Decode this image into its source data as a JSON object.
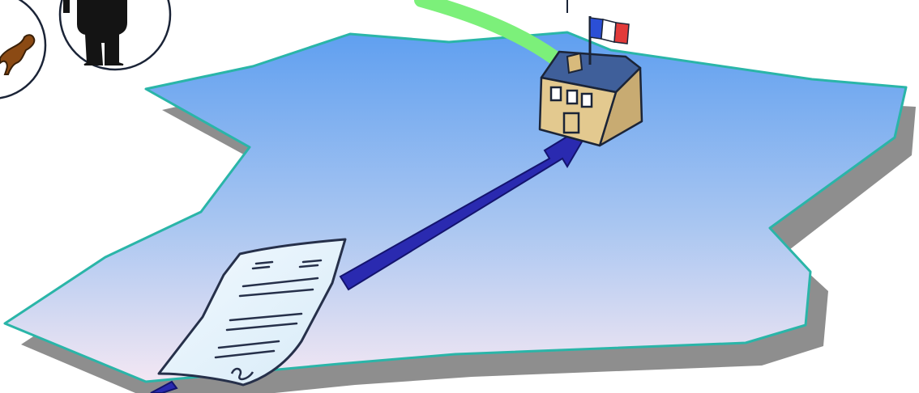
{
  "illustration": {
    "colors": {
      "map_fill_top": "#6aa8f0",
      "map_fill_bottom": "#f0e6f3",
      "map_outline": "#2ab5a8",
      "map_shadow": "#7d7d7d",
      "arrow": "#2a2aa8",
      "green_stroke": "#7cf07a",
      "building_wall": "#e2c88d",
      "building_roof": "#3f5f9a",
      "paper": "#e7f3fb",
      "flag_blue": "#2b4fd6",
      "flag_white": "#ffffff",
      "flag_red": "#e23a3a"
    },
    "icons": [
      "france-map",
      "town-hall-building",
      "french-flag",
      "document",
      "arrow",
      "green-link",
      "person-figure",
      "dog-figure"
    ]
  }
}
